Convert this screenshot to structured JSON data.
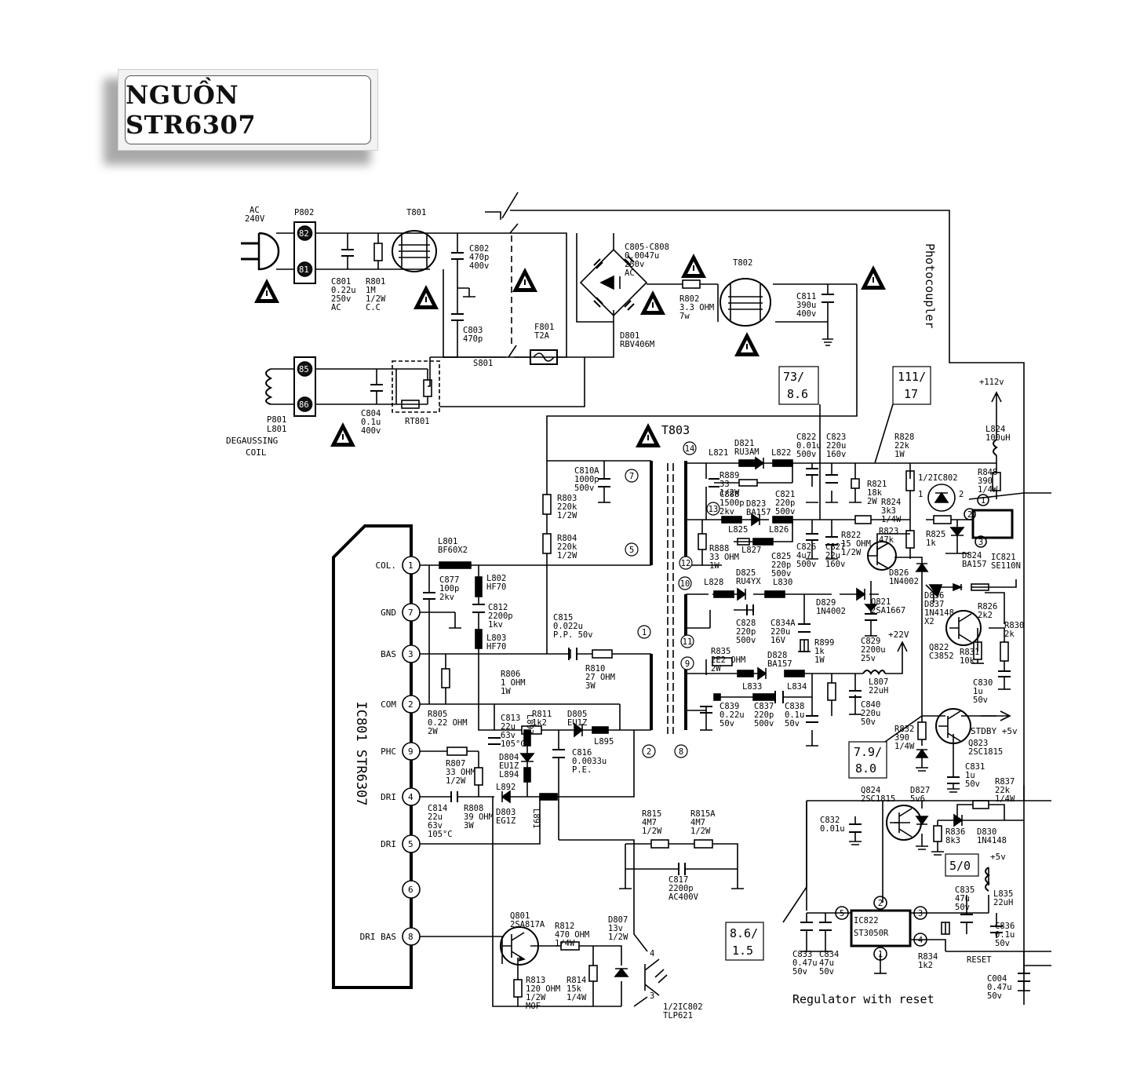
{
  "title": "NGUỒN STR6307",
  "ac_input": {
    "label": "AC",
    "voltage": "240V",
    "connector": "P802",
    "pins": [
      "82",
      "81"
    ]
  },
  "degauss": {
    "connector": "P801",
    "pins": [
      "85",
      "86"
    ],
    "coil_ref": "L801",
    "coil_label_1": "DEGAUSSING",
    "coil_label_2": "COIL"
  },
  "components": {
    "c801": [
      "C801",
      "0.22u",
      "250v",
      "AC"
    ],
    "r801": [
      "R801",
      "1M",
      "1/2W",
      "C.C"
    ],
    "t801": "T801",
    "c802": [
      "C802",
      "470p",
      "400v"
    ],
    "c803": [
      "C803",
      "470p"
    ],
    "f801": [
      "F801",
      "T2A"
    ],
    "s801": "S801",
    "c804": [
      "C804",
      "0.1u",
      "400v"
    ],
    "rt801": "RT801",
    "c805": [
      "C805-C808",
      "0.0047u",
      "250v",
      "AC"
    ],
    "d801": [
      "D801",
      "RBV406M"
    ],
    "r802": [
      "R802",
      "3.3 OHM",
      "7w"
    ],
    "t802": "T802",
    "c811": [
      "C811",
      "390u",
      "400v"
    ],
    "t803": "T803",
    "c810a": [
      "C810A",
      "1000p",
      "500v"
    ],
    "r803": [
      "R803",
      "220k",
      "1/2W"
    ],
    "r804": [
      "R804",
      "220k",
      "1/2W"
    ],
    "l801b": [
      "L801",
      "BF60X2"
    ],
    "c877": [
      "C877",
      "100p",
      "2kv"
    ],
    "l802": [
      "L802",
      "HF70"
    ],
    "c812": [
      "C812",
      "2200p",
      "1kv"
    ],
    "l803": [
      "L803",
      "HF70"
    ],
    "c815": [
      "C815",
      "0.022u",
      "P.P. 50v"
    ],
    "r810": [
      "R810",
      "27 OHM",
      "3W"
    ],
    "r806": [
      "R806",
      "1 OHM",
      "1W"
    ],
    "r805": [
      "R805",
      "0.22 OHM",
      "2W"
    ],
    "c813": [
      "C813",
      "22u",
      "63v",
      "105°C"
    ],
    "r811": [
      "R811",
      "1k2"
    ],
    "d805": [
      "D805",
      "EU1Z"
    ],
    "l895": "L895",
    "c816": [
      "C816",
      "0.0033u",
      "P.E."
    ],
    "d804": [
      "D804",
      "EU1Z"
    ],
    "l894": "L894",
    "l893": "L893",
    "r807": [
      "R807",
      "33 OHM",
      "1/2W"
    ],
    "l892": "L892",
    "c814": [
      "C814",
      "22u",
      "63v",
      "105°C"
    ],
    "r808": [
      "R808",
      "39 OHM",
      "3W"
    ],
    "d803": [
      "D803",
      "EG1Z"
    ],
    "l891": "L891",
    "r815": [
      "R815",
      "4M7",
      "1/2W"
    ],
    "r815a": [
      "R815A",
      "4M7",
      "1/2W"
    ],
    "c817": [
      "C817",
      "2200p",
      "AC400V"
    ],
    "q801": [
      "Q801",
      "2SA817A"
    ],
    "r812": [
      "R812",
      "470 OHM",
      "1/4W"
    ],
    "d807": [
      "D807",
      "13v",
      "1/2W"
    ],
    "r813": [
      "R813",
      "120 OHM",
      "1/2W",
      "MOF"
    ],
    "r814": [
      "R814",
      "15k",
      "1/4W"
    ],
    "ic802b": [
      "1/2IC802",
      "TLP621"
    ],
    "l821": "L821",
    "d821": [
      "D821",
      "RU3AM"
    ],
    "l822": "L822",
    "r889": [
      "R889",
      "33",
      "1/2W"
    ],
    "c888": [
      "C888",
      "1500p",
      "2kv"
    ],
    "d823": [
      "D823",
      "BA157"
    ],
    "c821": [
      "C821",
      "220p",
      "500v"
    ],
    "c822": [
      "C822",
      "0.01u",
      "500v"
    ],
    "c823": [
      "C823",
      "220u",
      "160v"
    ],
    "l825": "L825",
    "l826": "L826",
    "l827": "L827",
    "r888": [
      "R888",
      "33 OHM",
      "1W"
    ],
    "c825": [
      "C825",
      "220p",
      "500v"
    ],
    "c826": [
      "C826",
      "4u7",
      "500v"
    ],
    "c827": [
      "C827",
      "22u",
      "160v"
    ],
    "r822": [
      "R822",
      "15 OHM",
      "1/2W"
    ],
    "r821": [
      "R821",
      "18k",
      "2W"
    ],
    "r828": [
      "R828",
      "22k",
      "1W"
    ],
    "r824": [
      "R824",
      "3k3",
      "1/4W"
    ],
    "r823": [
      "R823",
      "47k"
    ],
    "ic802a": "1/2IC802",
    "r848": [
      "R848",
      "390",
      "1/4W"
    ],
    "l824": [
      "L824",
      "100uH"
    ],
    "ic821": [
      "IC821",
      "SE110N"
    ],
    "r825": [
      "R825",
      "1k"
    ],
    "d824": [
      "D824",
      "BA157"
    ],
    "d826": [
      "D826",
      "1N4002"
    ],
    "q821": [
      "Q821",
      "2SA1667"
    ],
    "d836": [
      "D836",
      "D837",
      "1N4148",
      "X2"
    ],
    "r826": [
      "R826",
      "2k2"
    ],
    "q822": [
      "Q822",
      "C3852"
    ],
    "r831": [
      "R831",
      "10k"
    ],
    "r830": [
      "R830",
      "2k"
    ],
    "c830": [
      "C830",
      "1u",
      "50v"
    ],
    "d825": [
      "D825",
      "RU4YX"
    ],
    "l828": "L828",
    "l830": "L830",
    "d829": [
      "D829",
      "1N4002"
    ],
    "c828": [
      "C828",
      "220p",
      "500v"
    ],
    "c834a": [
      "C834A",
      "220u",
      "16V"
    ],
    "c829": [
      "C829",
      "2200u",
      "25v"
    ],
    "r899": [
      "R899",
      "1k",
      "1W"
    ],
    "r835": [
      "R835",
      "2E2 OHM",
      "2W"
    ],
    "d828": [
      "D828",
      "BA157"
    ],
    "l833": "L833",
    "l834": "L834",
    "l807": [
      "L807",
      "22uH"
    ],
    "c840": [
      "C840",
      "220u",
      "50v"
    ],
    "c839": [
      "C839",
      "0.22u",
      "50v"
    ],
    "c837": [
      "C837",
      "220p",
      "500v"
    ],
    "c838": [
      "C838",
      "0.1u",
      "50v"
    ],
    "r832": [
      "R832",
      "390",
      "1/4W"
    ],
    "q823": [
      "Q823",
      "2SC1815"
    ],
    "c831": [
      "C831",
      "1u",
      "50v"
    ],
    "q824": [
      "Q824",
      "2SC1815"
    ],
    "d827": [
      "D827",
      "5v6"
    ],
    "r837": [
      "R837",
      "22k",
      "1/4W"
    ],
    "c832": [
      "C832",
      "0.01u"
    ],
    "r836": [
      "R836",
      "8k3"
    ],
    "d830": [
      "D830",
      "1N4148"
    ],
    "c835": [
      "C835",
      "47u",
      "50v"
    ],
    "l835": [
      "L835",
      "22uH"
    ],
    "c836": [
      "C836",
      "0.1u",
      "50v"
    ],
    "ic822": [
      "IC822",
      "ST3050R"
    ],
    "r834": [
      "R834",
      "1k2"
    ],
    "c833": [
      "C833",
      "0.47u",
      "50v"
    ],
    "c834": [
      "C834",
      "47u",
      "50v"
    ],
    "c004": [
      "C004",
      "0.47u",
      "50v"
    ]
  },
  "ic801": {
    "name": "IC801 STR6307",
    "pins": [
      {
        "num": "1",
        "label": "COL."
      },
      {
        "num": "7",
        "label": "GND"
      },
      {
        "num": "3",
        "label": "BAS"
      },
      {
        "num": "2",
        "label": "COM"
      },
      {
        "num": "9",
        "label": "PHC"
      },
      {
        "num": "4",
        "label": "DRI"
      },
      {
        "num": "5",
        "label": "DRI"
      },
      {
        "num": "6",
        "label": ""
      },
      {
        "num": "8",
        "label": "DRI BAS"
      }
    ]
  },
  "t803_pins_primary": [
    "7",
    "5",
    "1",
    "2",
    "8"
  ],
  "t803_pins_secondary": [
    "14",
    "13",
    "12",
    "10",
    "11",
    "9"
  ],
  "ic821_pins": [
    "1",
    "2",
    "3"
  ],
  "ic822_pins": [
    "2",
    "3",
    "4",
    "5",
    "1"
  ],
  "ic802_pins": [
    "1",
    "2",
    "3",
    "4"
  ],
  "voltages": {
    "v112": "+112v",
    "v22": "+22V",
    "stdby": "STDBY +5v",
    "v5": "+5v",
    "reset": "RESET",
    "box_73": [
      "73/",
      "8.6"
    ],
    "box_111": [
      "111/",
      "17"
    ],
    "box_79": [
      "7.9/",
      "8.0"
    ],
    "box_50": "5/0",
    "box_86": [
      "8.6/",
      "1.5"
    ]
  },
  "notes": {
    "photocoupler": "Photocoupler",
    "regulator": "Regulator with reset"
  }
}
